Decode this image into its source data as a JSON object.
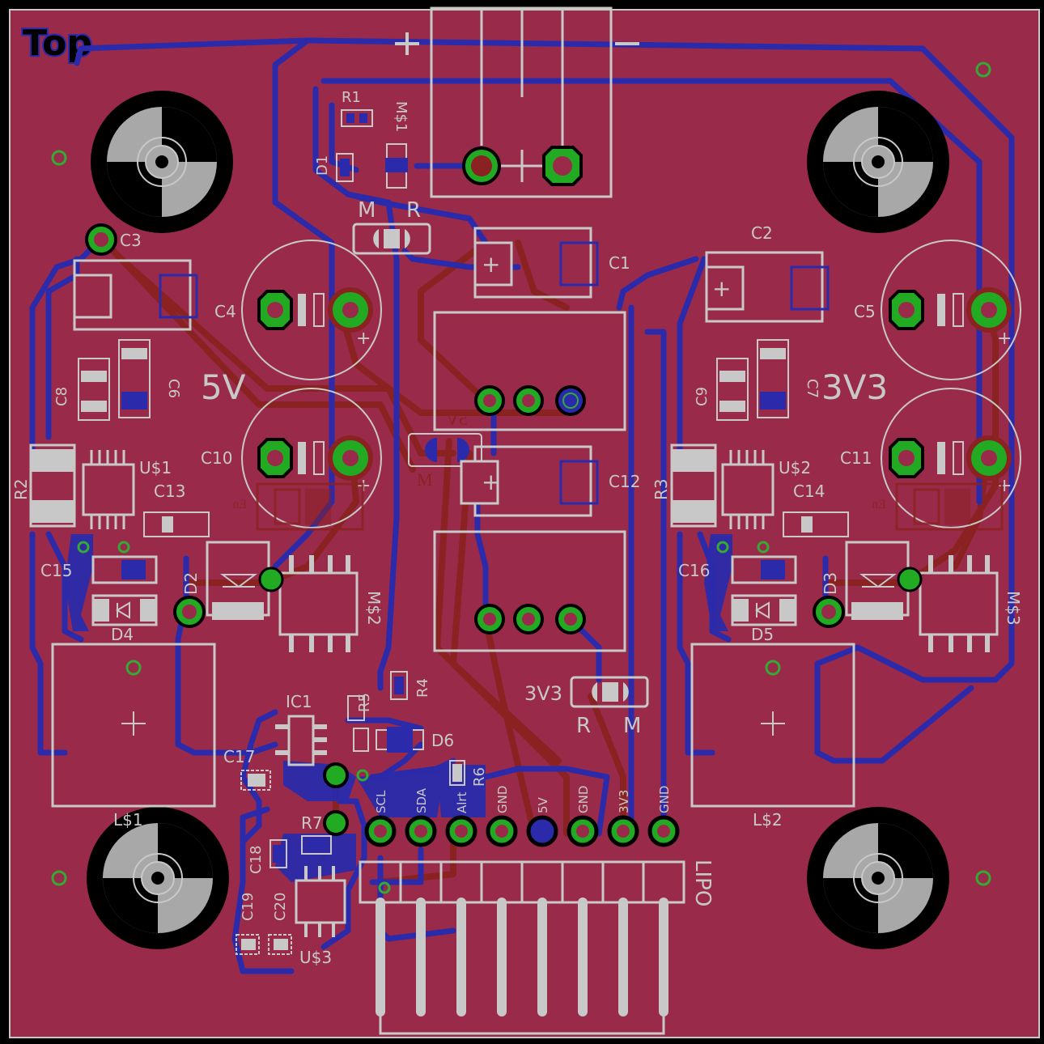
{
  "layer_label": "Top",
  "colors": {
    "board_fill": "#9a2a4a",
    "board_edge": "#000000",
    "silkscreen": "#c8c8c8",
    "top_copper": "#2a2aaa",
    "bottom_copper": "#8a2222",
    "pad_green": "#22aa22",
    "via_green": "#33aa33",
    "mount_dark": "#000000",
    "mount_light": "#a8a8a8"
  },
  "rail_labels": {
    "five_v": "5V",
    "three_v3": "3V3"
  },
  "jumper_labels": {
    "m_top": "M",
    "r_top": "R",
    "r_bottom": "R",
    "m_bottom": "M",
    "m_mid": "M",
    "three_v3_jp": "3V3",
    "five_v_mirror": "5V"
  },
  "components": {
    "R1": "R1",
    "M1": "M$1",
    "D1": "D1",
    "C1": "C1",
    "C2": "C2",
    "C3": "C3",
    "C4": "C4",
    "C5": "C5",
    "C6": "C6",
    "C7": "C7",
    "C8": "C8",
    "C9": "C9",
    "C10": "C10",
    "C11": "C11",
    "C12": "C12",
    "C13": "C13",
    "C14": "C14",
    "C15": "C15",
    "C16": "C16",
    "C17": "C17",
    "C18": "C18",
    "C19": "C19",
    "C20": "C20",
    "U1": "U$1",
    "U2": "U$2",
    "U3": "U$3",
    "R2": "R2",
    "R3": "R3",
    "R4": "R4",
    "R5": "R5",
    "R6": "R6",
    "R7": "R7",
    "D2": "D2",
    "D3": "D3",
    "D4": "D4",
    "D5": "D5",
    "D6": "D6",
    "M2": "M$2",
    "M3": "M$3",
    "IC1": "IC1",
    "L1": "L$1",
    "L2": "L$2"
  },
  "connector": {
    "name": "LIPO",
    "pins": [
      "SCL",
      "SDA",
      "Alrt",
      "GND",
      "5V",
      "GND",
      "3V3",
      "GND"
    ]
  },
  "polarity_marks": {
    "plus": "+",
    "minus": "−"
  },
  "mirrored_text": {
    "en1": "En",
    "en2": "En"
  }
}
